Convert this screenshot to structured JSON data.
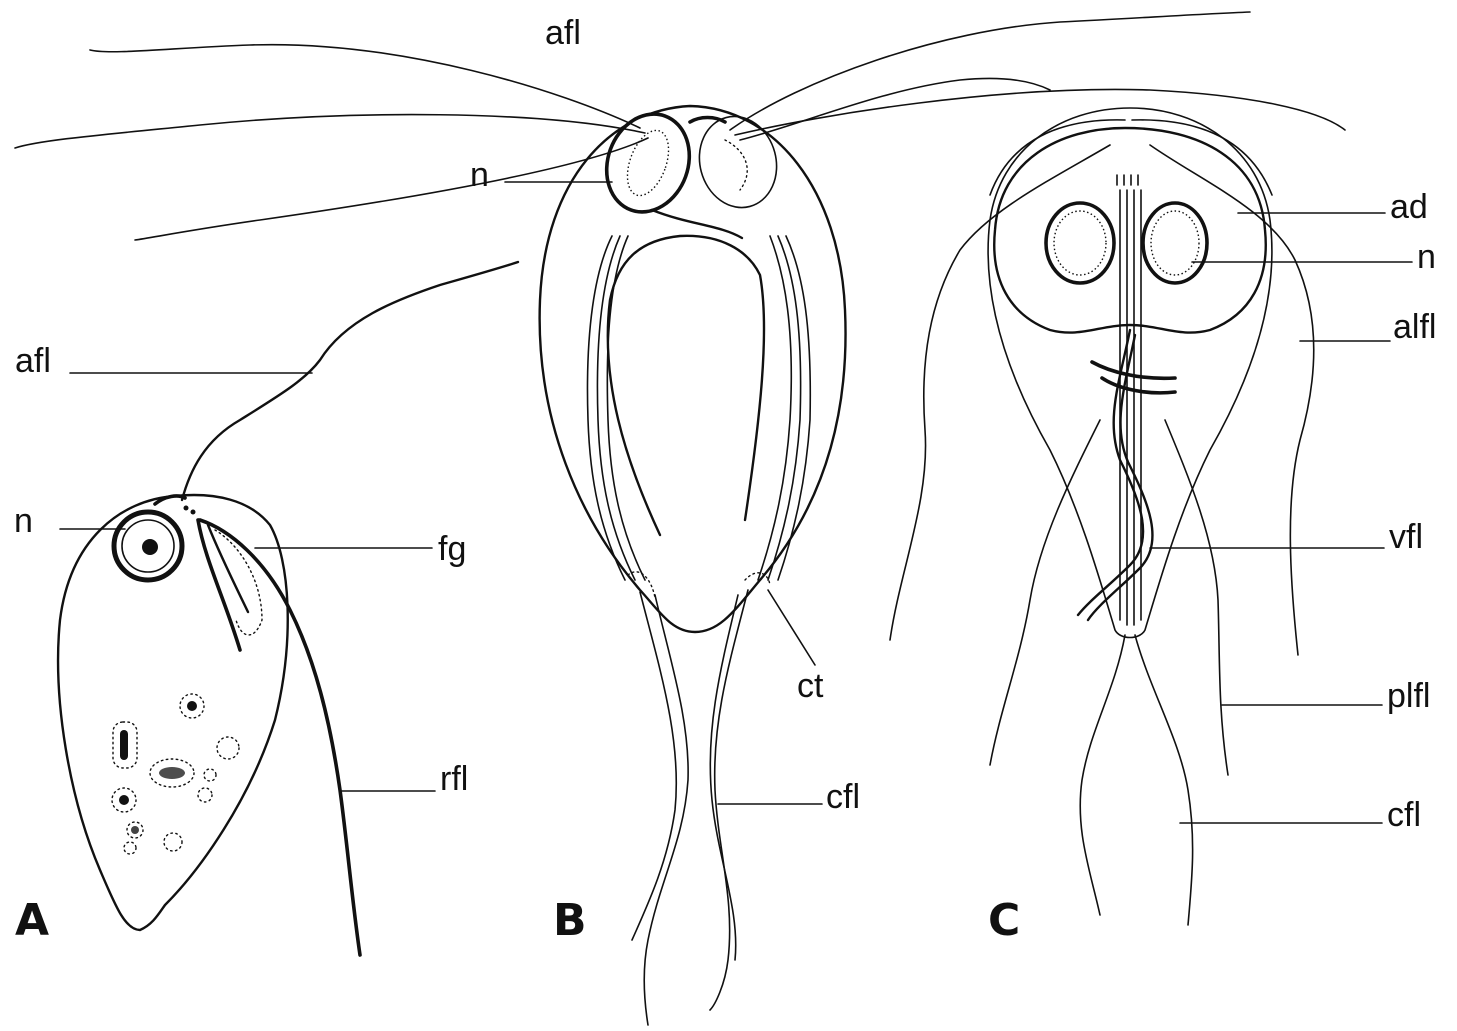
{
  "colors": {
    "ink": "#111111",
    "background": "#ffffff"
  },
  "panels": {
    "a": "A",
    "b": "B",
    "c": "C"
  },
  "labels": {
    "a_afl": "afl",
    "a_n": "n",
    "a_fg": "fg",
    "a_rfl": "rfl",
    "b_afl": "afl",
    "b_n": "n",
    "b_ct": "ct",
    "b_cfl": "cfl",
    "c_ad": "ad",
    "c_n": "n",
    "c_alfl": "alfl",
    "c_vfl": "vfl",
    "c_plfl": "plfl",
    "c_cfl": "cfl"
  }
}
